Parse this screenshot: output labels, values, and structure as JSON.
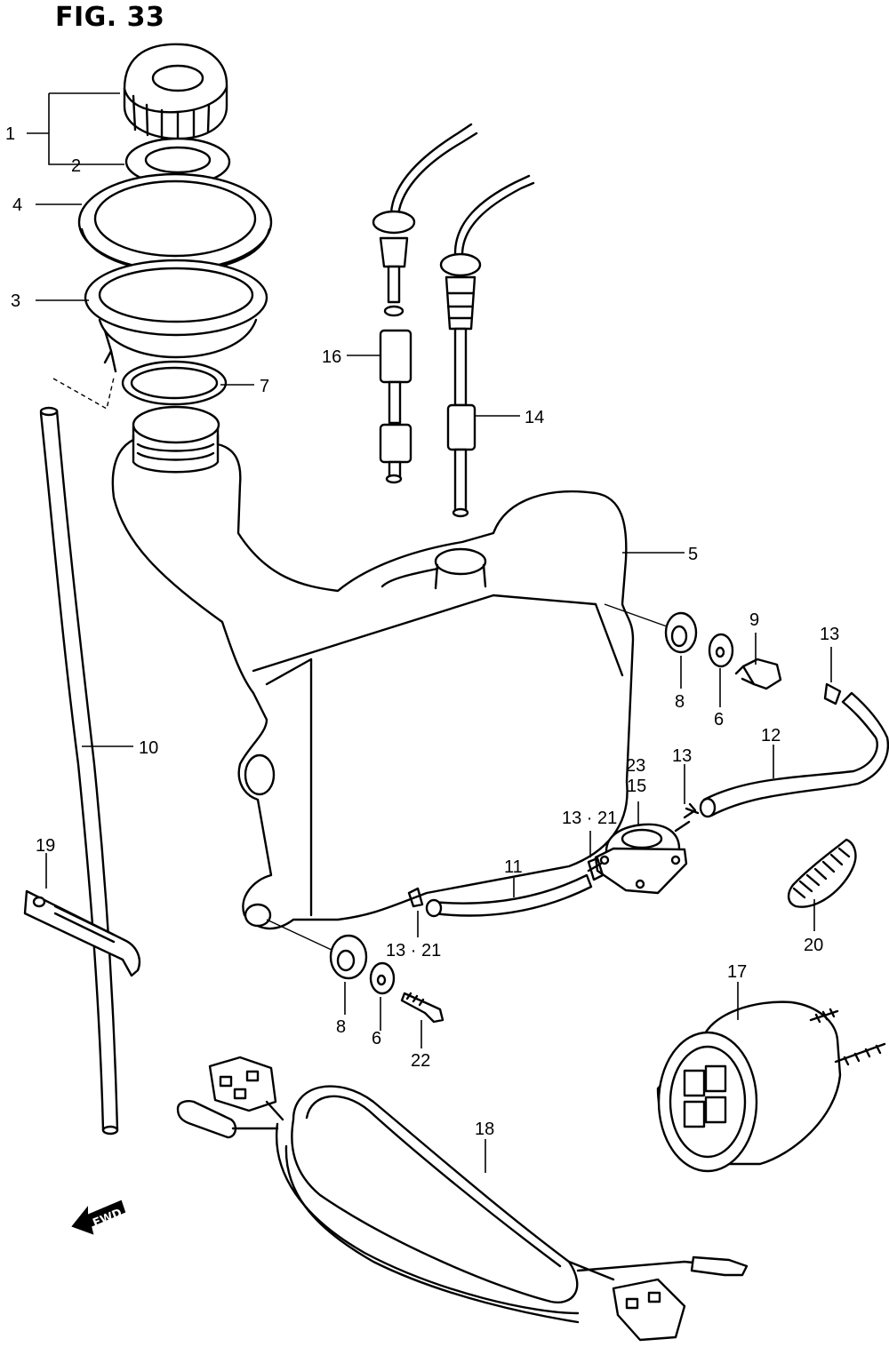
{
  "figure": {
    "title": "FIG. 33",
    "badge": "FWD"
  },
  "callouts": [
    {
      "id": "c1",
      "text": "1"
    },
    {
      "id": "c2",
      "text": "2"
    },
    {
      "id": "c4",
      "text": "4"
    },
    {
      "id": "c3",
      "text": "3"
    },
    {
      "id": "c7",
      "text": "7"
    },
    {
      "id": "c16",
      "text": "16"
    },
    {
      "id": "c14",
      "text": "14"
    },
    {
      "id": "c5",
      "text": "5"
    },
    {
      "id": "c9",
      "text": "9"
    },
    {
      "id": "c13a",
      "text": "13"
    },
    {
      "id": "c8a",
      "text": "8"
    },
    {
      "id": "c6a",
      "text": "6"
    },
    {
      "id": "c10",
      "text": "10"
    },
    {
      "id": "c12",
      "text": "12"
    },
    {
      "id": "c23",
      "text": "23"
    },
    {
      "id": "c15",
      "text": "15"
    },
    {
      "id": "c13b",
      "text": "13"
    },
    {
      "id": "c1321a",
      "text": "13 · 21"
    },
    {
      "id": "c19",
      "text": "19"
    },
    {
      "id": "c11",
      "text": "11"
    },
    {
      "id": "c20",
      "text": "20"
    },
    {
      "id": "c1321b",
      "text": "13 · 21"
    },
    {
      "id": "c17",
      "text": "17"
    },
    {
      "id": "c8b",
      "text": "8"
    },
    {
      "id": "c6b",
      "text": "6"
    },
    {
      "id": "c22",
      "text": "22"
    },
    {
      "id": "c18",
      "text": "18"
    }
  ]
}
